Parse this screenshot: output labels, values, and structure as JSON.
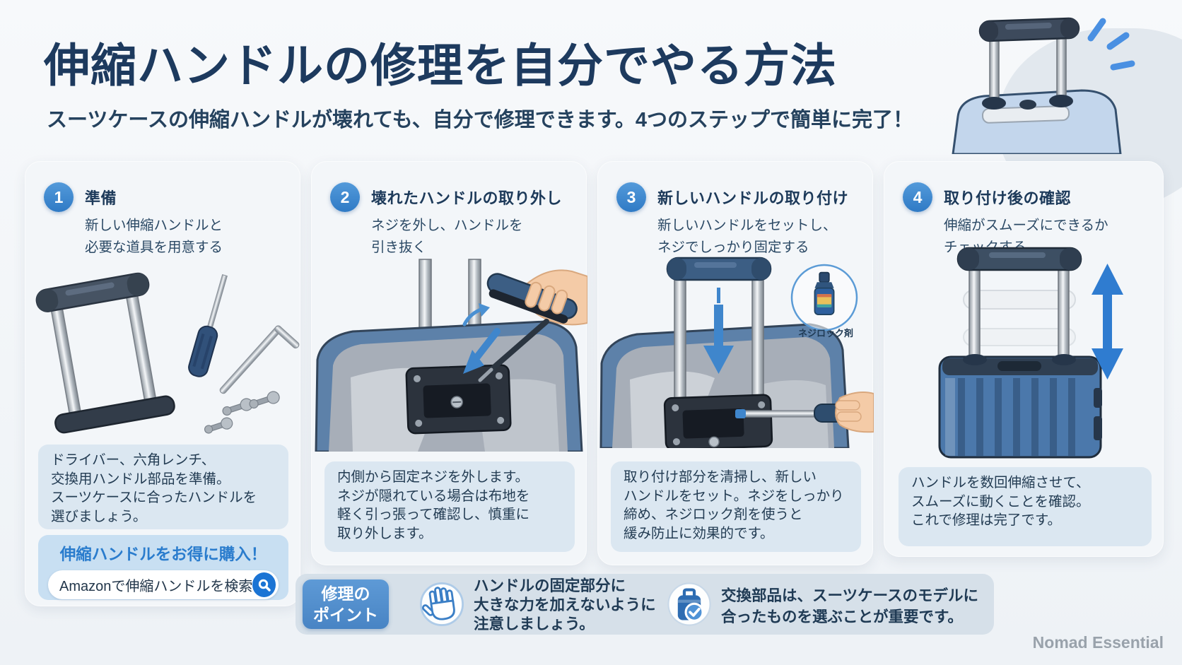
{
  "brand": "Nomad Essential",
  "header": {
    "title": "伸縮ハンドルの修理を自分でやる方法",
    "subtitle": "スーツケースの伸縮ハンドルが壊れても、自分で修理できます。4つのステップで簡単に完了！"
  },
  "steps": [
    {
      "number": "1",
      "title": "準備",
      "description": "新しい伸縮ハンドルと\n必要な道具を用意する",
      "note": "ドライバー、六角レンチ、\n交換用ハンドル部品を準備。\nスーツケースに合ったハンドルを\n選びましょう。"
    },
    {
      "number": "2",
      "title": "壊れたハンドルの取り外し",
      "description": "ネジを外し、ハンドルを\n引き抜く",
      "note": "内側から固定ネジを外します。\nネジが隠れている場合は布地を\n軽く引っ張って確認し、慎重に\n取り外します。"
    },
    {
      "number": "3",
      "title": "新しいハンドルの取り付け",
      "description": "新しいハンドルをセットし、\nネジでしっかり固定する",
      "note": "取り付け部分を清掃し、新しい\nハンドルをセット。ネジをしっかり\n締め、ネジロック剤を使うと\n緩み防止に効果的です。",
      "callout_label": "ネジロック剤"
    },
    {
      "number": "4",
      "title": "取り付け後の確認",
      "description": "伸縮がスムーズにできるか\nチェックする",
      "note": "ハンドルを数回伸縮させて、\nスムーズに動くことを確認。\nこれで修理は完了です。"
    }
  ],
  "purchase": {
    "heading": "伸縮ハンドルをお得に購入！",
    "search_label": "Amazonで伸縮ハンドルを検索",
    "search_icon": "magnifier-icon"
  },
  "tips": {
    "badge_line1": "修理の",
    "badge_line2": "ポイント",
    "items": [
      {
        "icon": "hand-stop-icon",
        "text": "ハンドルの固定部分に\n大きな力を加えないように\n注意しましょう。"
      },
      {
        "icon": "suitcase-check-icon",
        "text": "交換部品は、スーツケースのモデルに\n合ったものを選ぶことが重要です。"
      }
    ]
  },
  "colors": {
    "accent_blue": "#3c86ce",
    "title_navy": "#1d3a5e",
    "note_bg": "#dbe7f1",
    "purchase_bg": "#c8dff2",
    "tips_bar_bg": "#d6e0e9",
    "badge_bg": "#5e9ad6",
    "search_button_bg": "#1b74d4",
    "arrow_blue": "#3f86cc"
  }
}
